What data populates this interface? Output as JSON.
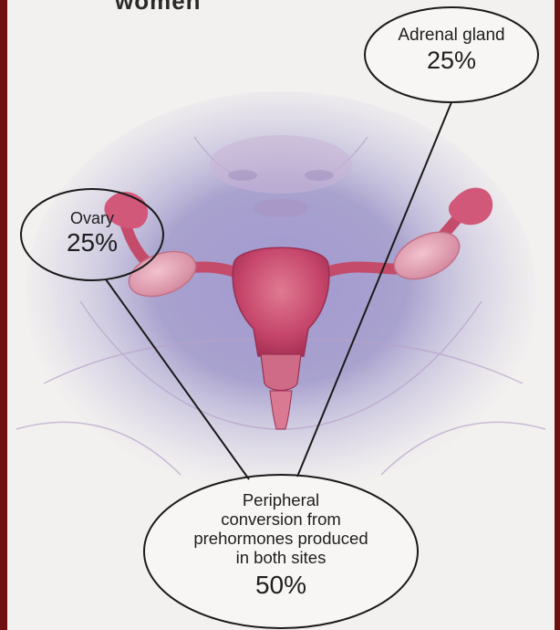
{
  "figure": {
    "title_fragment": "women",
    "callouts": {
      "adrenal": {
        "label": "Adrenal gland",
        "percent": "25%"
      },
      "ovary": {
        "label": "Ovary",
        "percent": "25%"
      },
      "peripheral": {
        "label_lines": [
          "Peripheral",
          "conversion from",
          "prehormones produced",
          "in both sites"
        ],
        "percent": "50%"
      }
    },
    "colors": {
      "background_frame": "#6e0f12",
      "page": "#f3f1ef",
      "uterus": "#c94a6a",
      "halo": "#6a5fb0"
    }
  }
}
